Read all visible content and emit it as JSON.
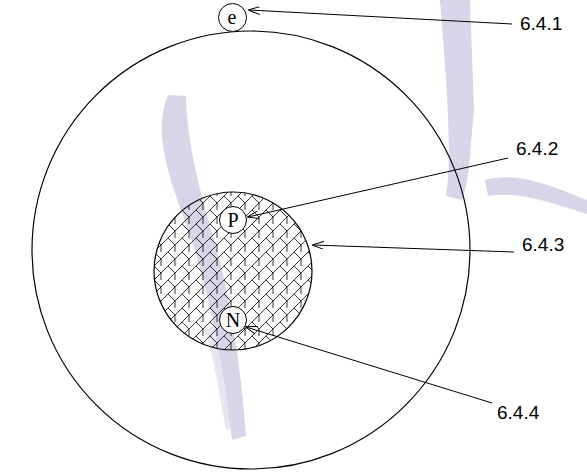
{
  "diagram": {
    "nodes": [
      {
        "text": [
          "e"
        ]
      },
      {
        "text": [
          "P"
        ]
      },
      {
        "text": [
          "N"
        ]
      }
    ],
    "labels": [
      "6.4.1",
      "6.4.2",
      "6.4.3",
      "6.4.4"
    ]
  }
}
